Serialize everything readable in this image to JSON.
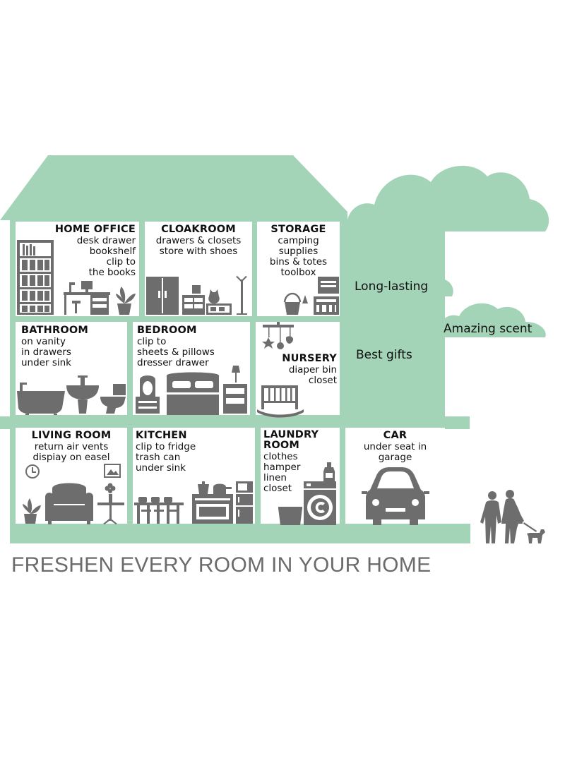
{
  "colors": {
    "house_green": "#a4d4b7",
    "icon_gray": "#6d6d6d",
    "text": "#111111",
    "footer_gray": "#6b6b6b"
  },
  "rooms": {
    "home_office": {
      "title": "HOME OFFICE",
      "lines": [
        "desk drawer",
        "bookshelf",
        "clip to",
        "the books"
      ]
    },
    "cloakroom": {
      "title": "CLOAKROOM",
      "lines": [
        "drawers & closets",
        "store with shoes"
      ]
    },
    "storage": {
      "title": "STORAGE",
      "lines": [
        "camping",
        "supplies",
        "bins & totes",
        "toolbox"
      ]
    },
    "bathroom": {
      "title": "BATHROOM",
      "lines": [
        "on vanity",
        "in drawers",
        "under sink"
      ]
    },
    "bedroom": {
      "title": "BEDROOM",
      "lines": [
        "clip to",
        "sheets & pillows",
        "dresser drawer"
      ]
    },
    "nursery": {
      "title": "NURSERY",
      "lines": [
        "diaper bin",
        "closet"
      ]
    },
    "living_room": {
      "title": "LIVING ROOM",
      "lines": [
        "return air vents",
        "dispiay on easel"
      ]
    },
    "kitchen": {
      "title": "KITCHEN",
      "lines": [
        "clip to fridge",
        "trash can",
        "under sink"
      ]
    },
    "laundry_room": {
      "title_lines": [
        "LAUNDRY",
        "ROOM"
      ],
      "lines": [
        "clothes",
        "hamper",
        "linen",
        "closet"
      ]
    },
    "car": {
      "title": "CAR",
      "lines": [
        "under seat in",
        "garage"
      ]
    }
  },
  "tree_labels": {
    "long_lasting": "Long-lasting",
    "amazing_scent": "Amazing scent",
    "best_gifts": "Best gifts"
  },
  "footer": {
    "text": "FRESHEN EVERY ROOM IN YOUR HOME"
  },
  "icons": [
    "bookshelf-icon",
    "desk-icon",
    "plant-icon",
    "wardrobe-icon",
    "dresser-icon",
    "cat-icon",
    "shoe-rack-icon",
    "coat-stand-icon",
    "bin-icon",
    "bucket-icon",
    "crate-icon",
    "bathtub-icon",
    "sink-icon",
    "toilet-icon",
    "vanity-icon",
    "bed-icon",
    "nightstand-icon",
    "mobile-icon",
    "crib-icon",
    "clock-icon",
    "armchair-icon",
    "picture-icon",
    "side-table-icon",
    "chairs-icon",
    "stove-icon",
    "microwave-icon",
    "fridge-icon",
    "washer-icon",
    "detergent-icon",
    "basket-icon",
    "car-icon",
    "walking-couple-icon",
    "dog-icon"
  ]
}
